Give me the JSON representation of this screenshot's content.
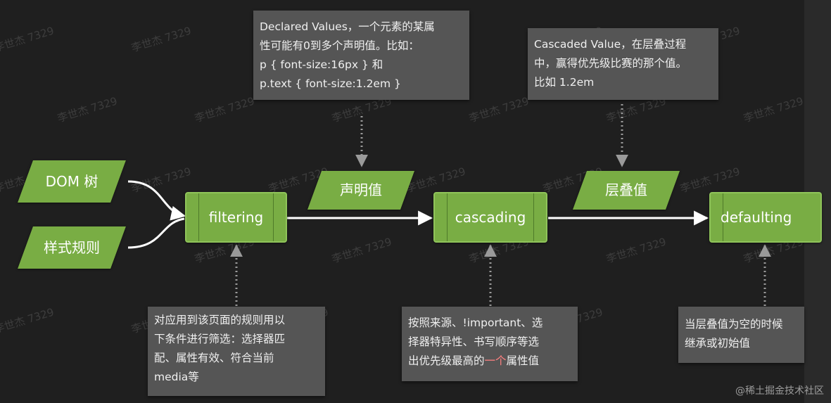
{
  "inputs": {
    "dom_tree": "DOM 树",
    "style_rules": "样式规则"
  },
  "processes": {
    "filtering": "filtering",
    "cascading": "cascading",
    "defaulting": "defaulting"
  },
  "outputs": {
    "declared": "声明值",
    "cascaded": "层叠值"
  },
  "notes": {
    "declared_values": [
      "Declared Values，一个元素的某属",
      "性可能有0到多个声明值。比如：",
      "p { font-size:16px } 和",
      "p.text { font-size:1.2em }"
    ],
    "cascaded_value": [
      "Cascaded Value，在层叠过程",
      "中，赢得优先级比赛的那个值。",
      "比如 1.2em"
    ],
    "filtering": [
      "对应用到该页面的规则用以",
      "下条件进行筛选：选择器匹",
      "配、属性有效、符合当前",
      "media等"
    ],
    "cascading": {
      "line1": "按照来源、!important、选",
      "line2": "择器特异性、书写顺序等选",
      "line3_before": "出优先级最高的",
      "line3_highlight": "一个",
      "line3_after": "属性值"
    },
    "defaulting": [
      "当层叠值为空的时候",
      "继承或初始值"
    ]
  },
  "watermark": "李世杰 7329",
  "brand": "@稀土掘金技术社区",
  "colors": {
    "background": "#1f1f1f",
    "shape_fill": "#79ad44",
    "note_fill": "#555555",
    "highlight": "#ff8080"
  }
}
